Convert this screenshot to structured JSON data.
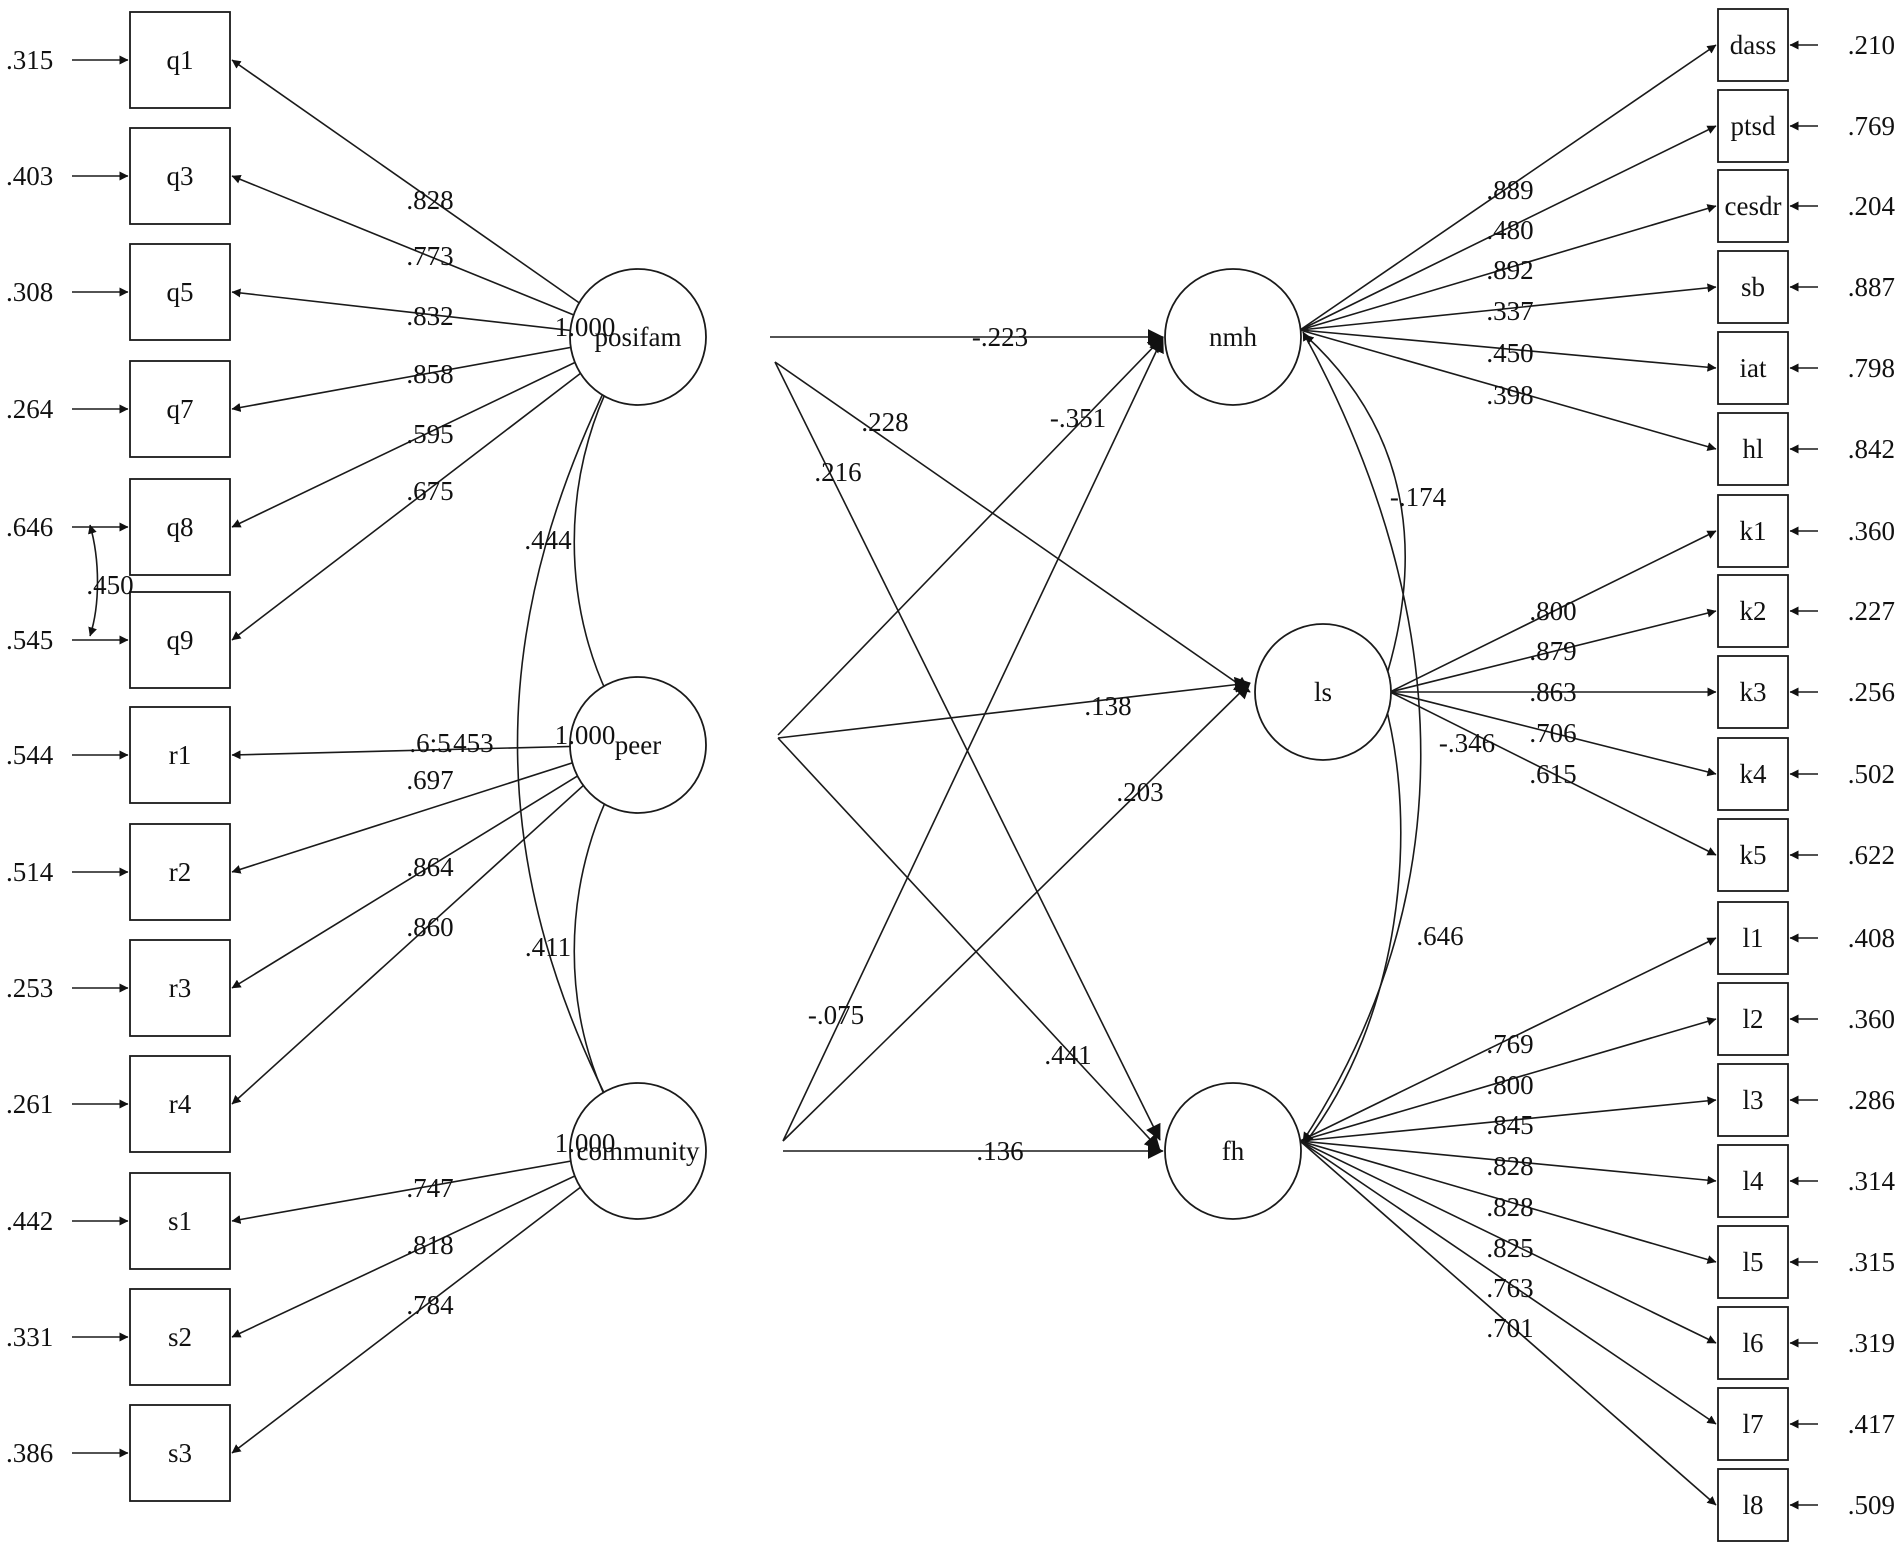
{
  "latent": {
    "posifam": "posifam",
    "peer": "peer",
    "community": "community",
    "nmh": "nmh",
    "ls": "ls",
    "fh": "fh"
  },
  "left_indicators": [
    {
      "id": "q1",
      "label": "q1",
      "error": ".315",
      "loading": ".828",
      "factor": "posifam"
    },
    {
      "id": "q3",
      "label": "q3",
      "error": ".403",
      "loading": ".773",
      "factor": "posifam"
    },
    {
      "id": "q5",
      "label": "q5",
      "error": ".308",
      "loading": ".832",
      "factor": "posifam"
    },
    {
      "id": "q7",
      "label": "q7",
      "error": ".264",
      "loading": ".858",
      "factor": "posifam"
    },
    {
      "id": "q8",
      "label": "q8",
      "error": ".646",
      "loading": ".595",
      "factor": "posifam"
    },
    {
      "id": "q9",
      "label": "q9",
      "error": ".545",
      "loading": ".675",
      "factor": "posifam"
    },
    {
      "id": "r1",
      "label": "r1",
      "error": ".544",
      "loading": ".6:5",
      "factor": "peer"
    },
    {
      "id": "r2",
      "label": "r2",
      "error": ".514",
      "loading": ".697",
      "factor": "peer"
    },
    {
      "id": "r3",
      "label": "r3",
      "error": ".253",
      "loading": ".864",
      "factor": "peer"
    },
    {
      "id": "r4",
      "label": "r4",
      "error": ".261",
      "loading": ".860",
      "factor": "peer"
    },
    {
      "id": "s1",
      "label": "s1",
      "error": ".442",
      "loading": ".747",
      "factor": "community"
    },
    {
      "id": "s2",
      "label": "s2",
      "error": ".331",
      "loading": ".818",
      "factor": "community"
    },
    {
      "id": "s3",
      "label": "s3",
      "error": ".386",
      "loading": ".784",
      "factor": "community"
    }
  ],
  "right_indicators": [
    {
      "id": "dass",
      "label": "dass",
      "error": ".210",
      "loading": ".889",
      "factor": "nmh"
    },
    {
      "id": "ptsd",
      "label": "ptsd",
      "error": ".769",
      "loading": ".480",
      "factor": "nmh"
    },
    {
      "id": "cesdr",
      "label": "cesdr",
      "error": ".204",
      "loading": ".892",
      "factor": "nmh"
    },
    {
      "id": "sb",
      "label": "sb",
      "error": ".887",
      "loading": ".337",
      "factor": "nmh"
    },
    {
      "id": "iat",
      "label": "iat",
      "error": ".798",
      "loading": ".450",
      "factor": "nmh"
    },
    {
      "id": "hl",
      "label": "hl",
      "error": ".842",
      "loading": ".398",
      "factor": "nmh"
    },
    {
      "id": "k1",
      "label": "k1",
      "error": ".360",
      "loading": ".800",
      "factor": "ls"
    },
    {
      "id": "k2",
      "label": "k2",
      "error": ".227",
      "loading": ".879",
      "factor": "ls"
    },
    {
      "id": "k3",
      "label": "k3",
      "error": ".256",
      "loading": ".863",
      "factor": "ls"
    },
    {
      "id": "k4",
      "label": "k4",
      "error": ".502",
      "loading": ".706",
      "factor": "ls"
    },
    {
      "id": "k5",
      "label": "k5",
      "error": ".622",
      "loading": ".615",
      "factor": "ls"
    },
    {
      "id": "l1",
      "label": "l1",
      "error": ".408",
      "loading": ".769",
      "factor": "fh"
    },
    {
      "id": "l2",
      "label": "l2",
      "error": ".360",
      "loading": ".800",
      "factor": "fh"
    },
    {
      "id": "l3",
      "label": "l3",
      "error": ".286",
      "loading": ".845",
      "factor": "fh"
    },
    {
      "id": "l4",
      "label": "l4",
      "error": ".314",
      "loading": ".828",
      "factor": "fh"
    },
    {
      "id": "l5",
      "label": "l5",
      "error": ".315",
      "loading": ".828",
      "factor": "fh"
    },
    {
      "id": "l6",
      "label": "l6",
      "error": ".319",
      "loading": ".825",
      "factor": "fh"
    },
    {
      "id": "l7",
      "label": "l7",
      "error": ".417",
      "loading": ".763",
      "factor": "fh"
    },
    {
      "id": "l8",
      "label": "l8",
      "error": ".509",
      "loading": ".701",
      "factor": "fh"
    }
  ],
  "fixed_loadings": {
    "posifam": "1.000",
    "peer": "1.000",
    "community": "1.000"
  },
  "error_covariance_q8_q9": ".450",
  "covariances": {
    "posifam_peer": ".444",
    "peer_community": ".411",
    "posifam_community": ".453",
    "nmh_ls": "-.174",
    "ls_fh": "-.346",
    "nmh_fh": ".646"
  },
  "paths": {
    "posifam_nmh": "-.223",
    "posifam_ls": ".228",
    "posifam_fh": ".216",
    "peer_nmh": "-.351",
    "peer_ls": ".138",
    "peer_fh": ".441",
    "community_nmh": "-.075",
    "community_ls": ".203",
    "community_fh": ".136"
  }
}
